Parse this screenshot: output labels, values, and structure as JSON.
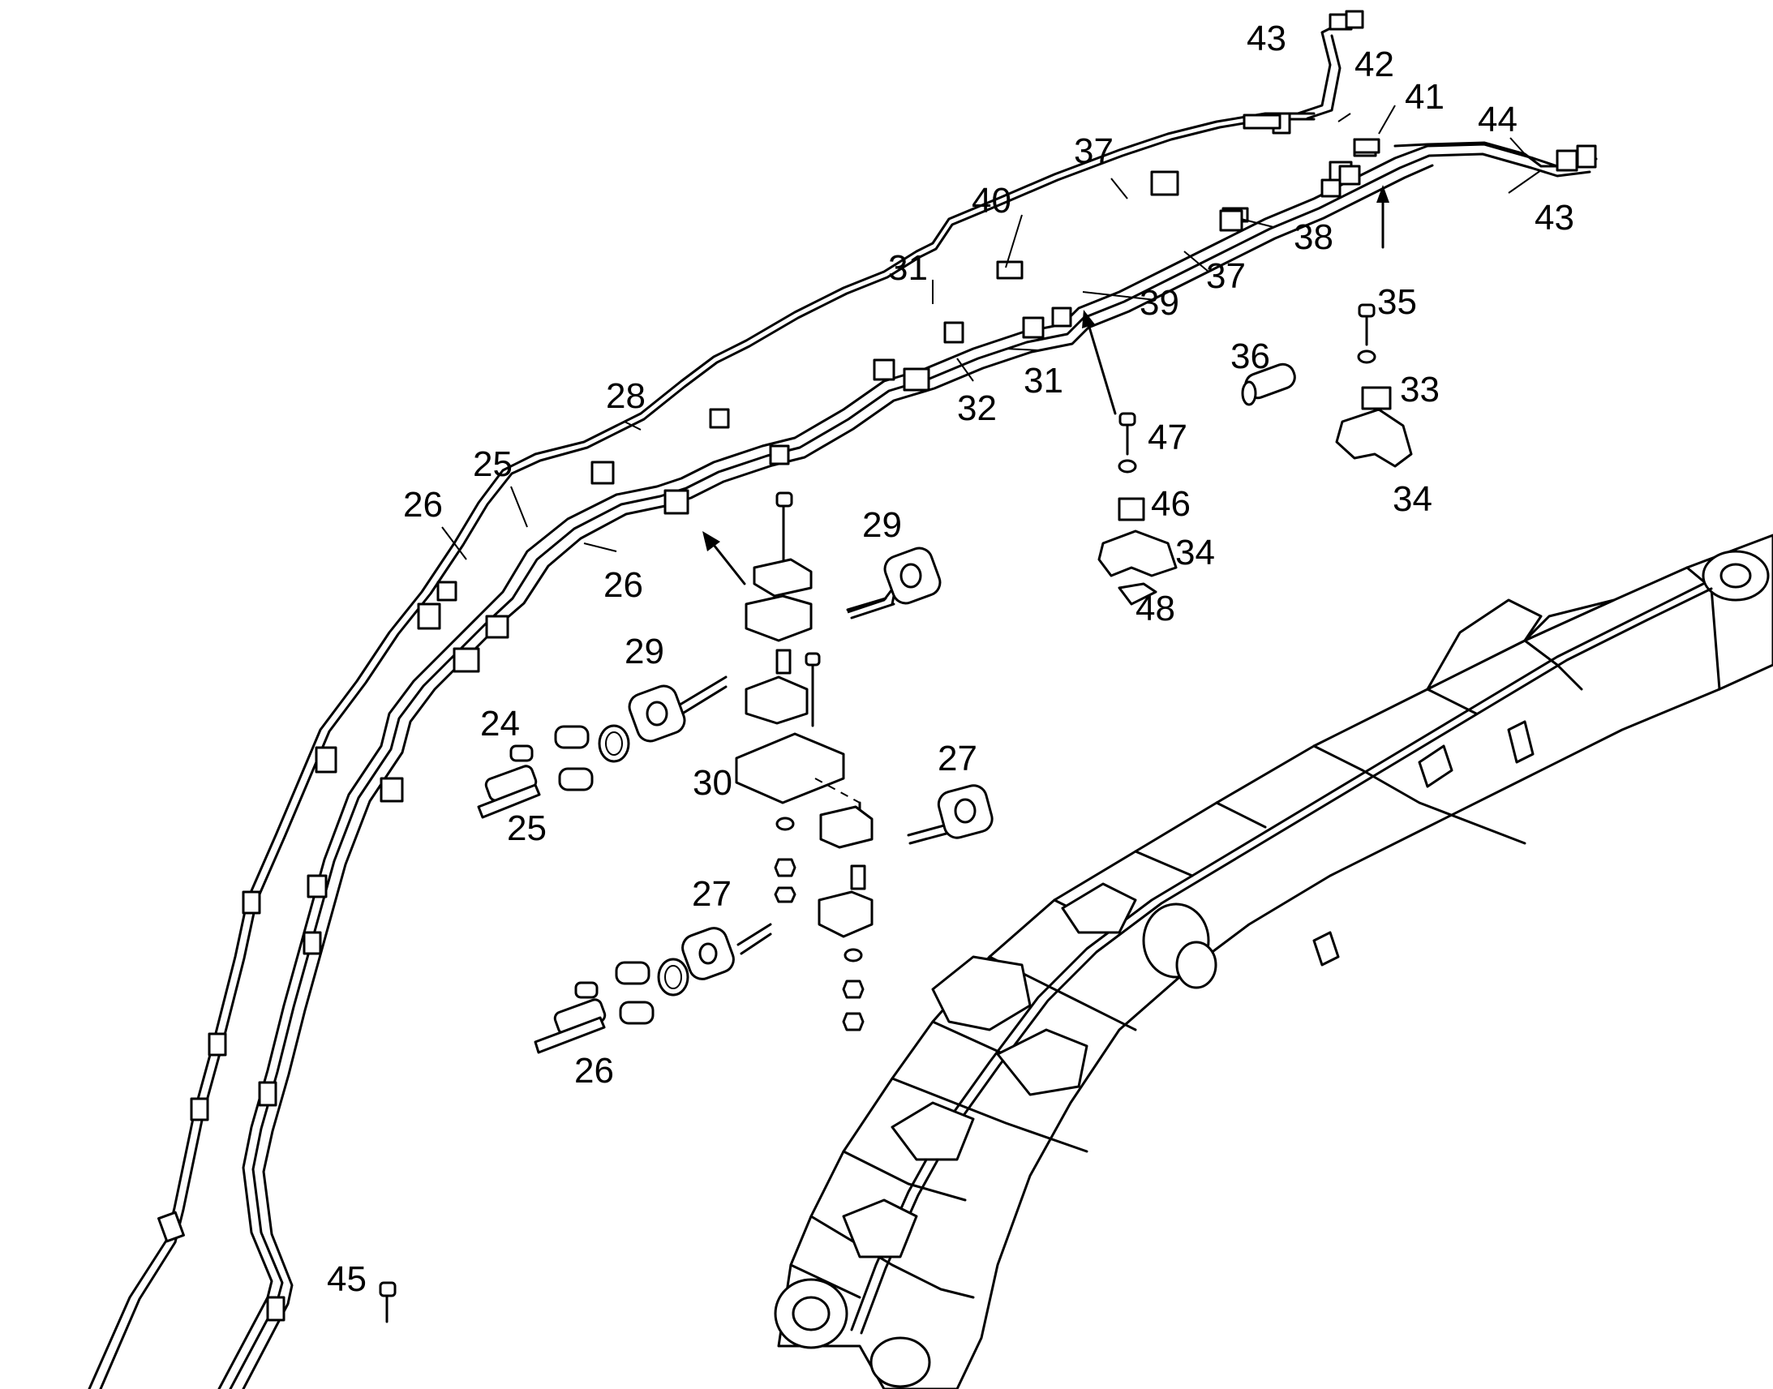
{
  "diagram": {
    "callouts": [
      {
        "id": "c43a",
        "text": "43"
      },
      {
        "id": "c42",
        "text": "42"
      },
      {
        "id": "c41",
        "text": "41"
      },
      {
        "id": "c44",
        "text": "44"
      },
      {
        "id": "c43b",
        "text": "43"
      },
      {
        "id": "c37a",
        "text": "37"
      },
      {
        "id": "c40",
        "text": "40"
      },
      {
        "id": "c38",
        "text": "38"
      },
      {
        "id": "c37b",
        "text": "37"
      },
      {
        "id": "c31a",
        "text": "31"
      },
      {
        "id": "c39",
        "text": "39"
      },
      {
        "id": "c35",
        "text": "35"
      },
      {
        "id": "c36",
        "text": "36"
      },
      {
        "id": "c33",
        "text": "33"
      },
      {
        "id": "c31b",
        "text": "31"
      },
      {
        "id": "c32",
        "text": "32"
      },
      {
        "id": "c28",
        "text": "28"
      },
      {
        "id": "c47",
        "text": "47"
      },
      {
        "id": "c34a",
        "text": "34"
      },
      {
        "id": "c25a",
        "text": "25"
      },
      {
        "id": "c26a",
        "text": "26"
      },
      {
        "id": "c46",
        "text": "46"
      },
      {
        "id": "c29a",
        "text": "29"
      },
      {
        "id": "c34b",
        "text": "34"
      },
      {
        "id": "c26b",
        "text": "26"
      },
      {
        "id": "c48",
        "text": "48"
      },
      {
        "id": "c29b",
        "text": "29"
      },
      {
        "id": "c24",
        "text": "24"
      },
      {
        "id": "c27a",
        "text": "27"
      },
      {
        "id": "c30",
        "text": "30"
      },
      {
        "id": "c25b",
        "text": "25"
      },
      {
        "id": "c27b",
        "text": "27"
      },
      {
        "id": "c26c",
        "text": "26"
      },
      {
        "id": "c45",
        "text": "45"
      }
    ]
  }
}
